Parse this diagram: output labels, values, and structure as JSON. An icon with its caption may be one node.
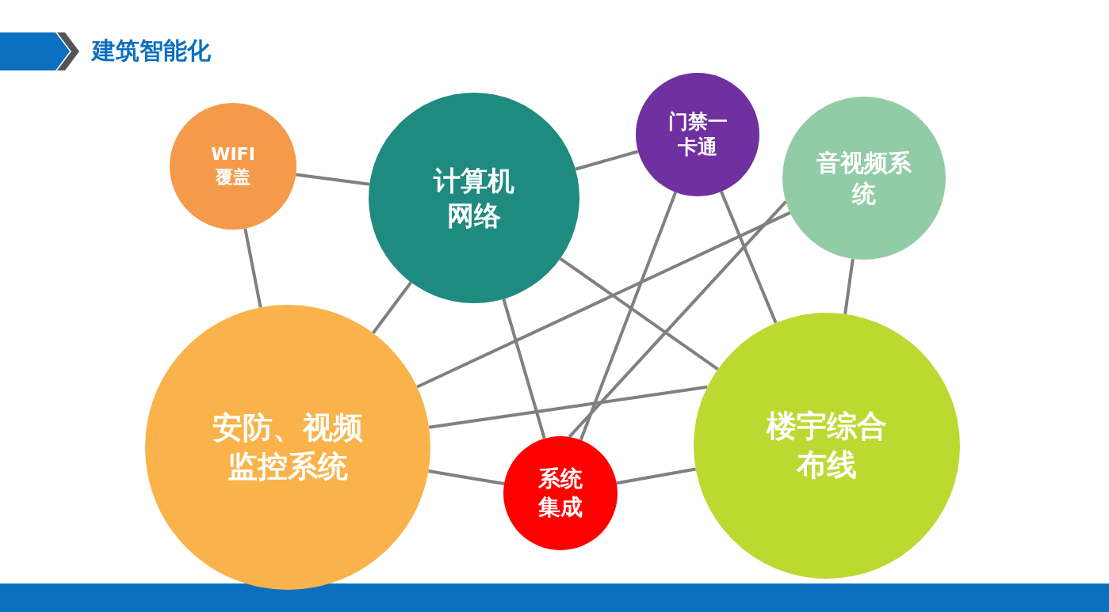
{
  "diagram": {
    "title": "建筑智能化",
    "nodes": [
      {
        "text": [
          "WIFI 覆盖"
        ]
      },
      {
        "text": [
          "计算机网络"
        ]
      },
      {
        "text": [
          "门禁一卡通"
        ]
      },
      {
        "text": [
          "音视频系统"
        ]
      },
      {
        "text": [
          "安防、视频监控系统"
        ]
      },
      {
        "text": [
          "系统集成"
        ]
      },
      {
        "text": [
          "楼宇综合布线"
        ]
      }
    ],
    "edges": [
      {
        "from": 0,
        "to": 1,
        "arrow": "none"
      },
      {
        "from": 0,
        "to": 4,
        "arrow": "none"
      },
      {
        "from": 1,
        "to": 2,
        "arrow": "none"
      },
      {
        "from": 1,
        "to": 4,
        "arrow": "none"
      },
      {
        "from": 1,
        "to": 5,
        "arrow": "none"
      },
      {
        "from": 1,
        "to": 6,
        "arrow": "none"
      },
      {
        "from": 2,
        "to": 5,
        "arrow": "none"
      },
      {
        "from": 2,
        "to": 6,
        "arrow": "none"
      },
      {
        "from": 3,
        "to": 4,
        "arrow": "none"
      },
      {
        "from": 3,
        "to": 5,
        "arrow": "none"
      },
      {
        "from": 3,
        "to": 6,
        "arrow": "none"
      },
      {
        "from": 4,
        "to": 6,
        "arrow": "none"
      },
      {
        "from": 4,
        "to": 5,
        "arrow": "none"
      },
      {
        "from": 5,
        "to": 6,
        "arrow": "none"
      }
    ]
  }
}
